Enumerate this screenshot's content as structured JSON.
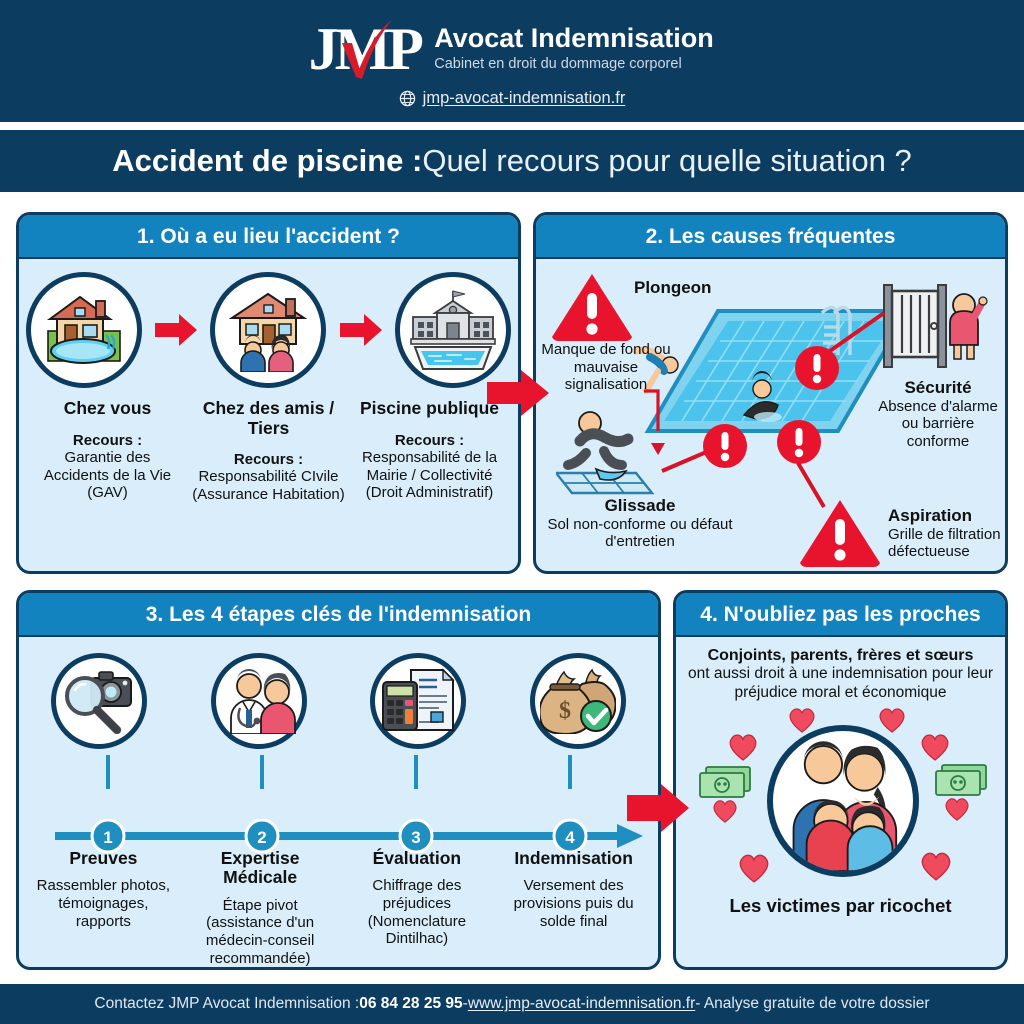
{
  "header": {
    "logo_text": "JMP",
    "logo_icon": "red-check-swoosh",
    "brand_title": "Avocat Indemnisation",
    "brand_subtitle": "Cabinet en droit du dommage corporel",
    "globe_icon": "globe-icon",
    "website": "jmp-avocat-indemnisation.fr"
  },
  "title": {
    "strong": "Accident de piscine :",
    "light": " Quel recours pour quelle situation ?"
  },
  "panel1": {
    "heading": "1. Où a eu lieu l'accident ?",
    "places": [
      {
        "icon": "house-with-garden-pool-icon",
        "name": "Chez vous",
        "recours_label": "Recours :",
        "recours_detail": "Garantie des Accidents de la Vie (GAV)"
      },
      {
        "icon": "house-with-two-people-icon",
        "name": "Chez des amis / Tiers",
        "recours_label": "Recours :",
        "recours_detail": "Responsabilité CIvile (Assurance Habitation)"
      },
      {
        "icon": "public-building-with-pool-icon",
        "name": "Piscine publique",
        "recours_label": "Recours :",
        "recours_detail": "Responsabilité de la Mairie / Collectivité (Droit Administratif)"
      }
    ],
    "connector_icon": "red-arrow-right-icon"
  },
  "panel2": {
    "heading": "2. Les causes fréquentes",
    "scene_icon": "isometric-swimming-pool-icon",
    "causes": [
      {
        "marker_icon": "warning-triangle-icon",
        "title": "Plongeon",
        "desc": "Manque de fond ou mauvaise signalisation"
      },
      {
        "marker_icon": "warning-circle-icon",
        "title": "Sécurité",
        "desc": "Absence d'alarme ou barrière conforme"
      },
      {
        "marker_icon": "warning-circle-icon",
        "title": "Glissade",
        "desc": "Sol non-conforme ou défaut d'entretien"
      },
      {
        "marker_icon": "warning-triangle-icon",
        "title": "Aspiration",
        "desc": "Grille de filtration défectueuse"
      }
    ]
  },
  "panel3": {
    "heading": "3. Les 4 étapes clés de l'indemnisation",
    "steps": [
      {
        "number": "1",
        "icon": "magnifier-camera-icon",
        "name": "Preuves",
        "desc": "Rassembler photos, témoignages, rapports"
      },
      {
        "number": "2",
        "icon": "doctor-patient-icon",
        "name": "Expertise Médicale",
        "desc": "Étape pivot (assistance d'un médecin-conseil recommandée)"
      },
      {
        "number": "3",
        "icon": "calculator-document-icon",
        "name": "Évaluation",
        "desc": "Chiffrage des préjudices (Nomenclature Dintilhac)"
      },
      {
        "number": "4",
        "icon": "money-bags-check-icon",
        "name": "Indemnisation",
        "desc": "Versement des provisions puis du solde final"
      }
    ],
    "connector_icon": "red-arrow-right-icon"
  },
  "panel4": {
    "heading": "4. N'oubliez pas les proches",
    "lead_bold": "Conjoints, parents, frères et sœurs",
    "lead_regular": "ont aussi droit à une indemnisation pour leur préjudice moral et économique",
    "family_icon": "family-group-icon",
    "deco_icons": [
      "heart-icon",
      "banknote-icon"
    ],
    "caption": "Les victimes par ricochet"
  },
  "footer": {
    "prefix": "Contactez JMP Avocat Indemnisation : ",
    "phone": "06 84 28 25 95",
    "dash1": " - ",
    "url": "www.jmp-avocat-indemnisation.fr",
    "suffix": " - Analyse gratuite de votre dossier"
  },
  "colors": {
    "navy": "#0d3c61",
    "panel_head_blue": "#1383c0",
    "panel_bg": "#d9eefa",
    "accent_red": "#e8142d",
    "pool_blue": "#3fc1ef"
  }
}
